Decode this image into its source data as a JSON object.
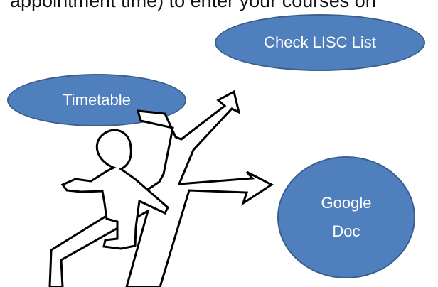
{
  "intro_text": "appointment time) to enter your courses on",
  "bubbles": {
    "check_lisc": {
      "label": "Check LISC List"
    },
    "timetable": {
      "label": "Timetable"
    },
    "google_doc": {
      "line1": "Google",
      "line2": "Doc"
    }
  },
  "colors": {
    "bubble_fill": "#4f7fbd",
    "bubble_border": "#3a5f8e",
    "bubble_text": "#ffffff",
    "line": "#000000"
  },
  "icons": [
    "person-figure-icon",
    "path-arrow-icon"
  ]
}
